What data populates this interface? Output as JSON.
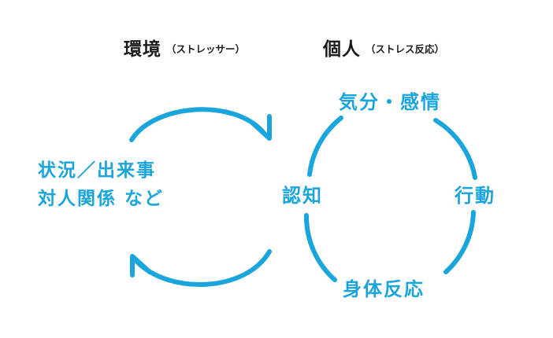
{
  "headings": {
    "environment": {
      "main": "環境",
      "sub": "（ストレッサー）"
    },
    "individual": {
      "main": "個人",
      "sub": "（ストレス反応）"
    }
  },
  "stress_factors": {
    "line1": "状況／出来事",
    "line2": "対人関係 など"
  },
  "response_cycle": {
    "mood": "気分・感情",
    "behavior": "行動",
    "body": "身体反応",
    "cognition": "認知"
  },
  "colors": {
    "accent": "#1aa6dc",
    "heading": "#1a1a1a",
    "background": "#ffffff"
  }
}
